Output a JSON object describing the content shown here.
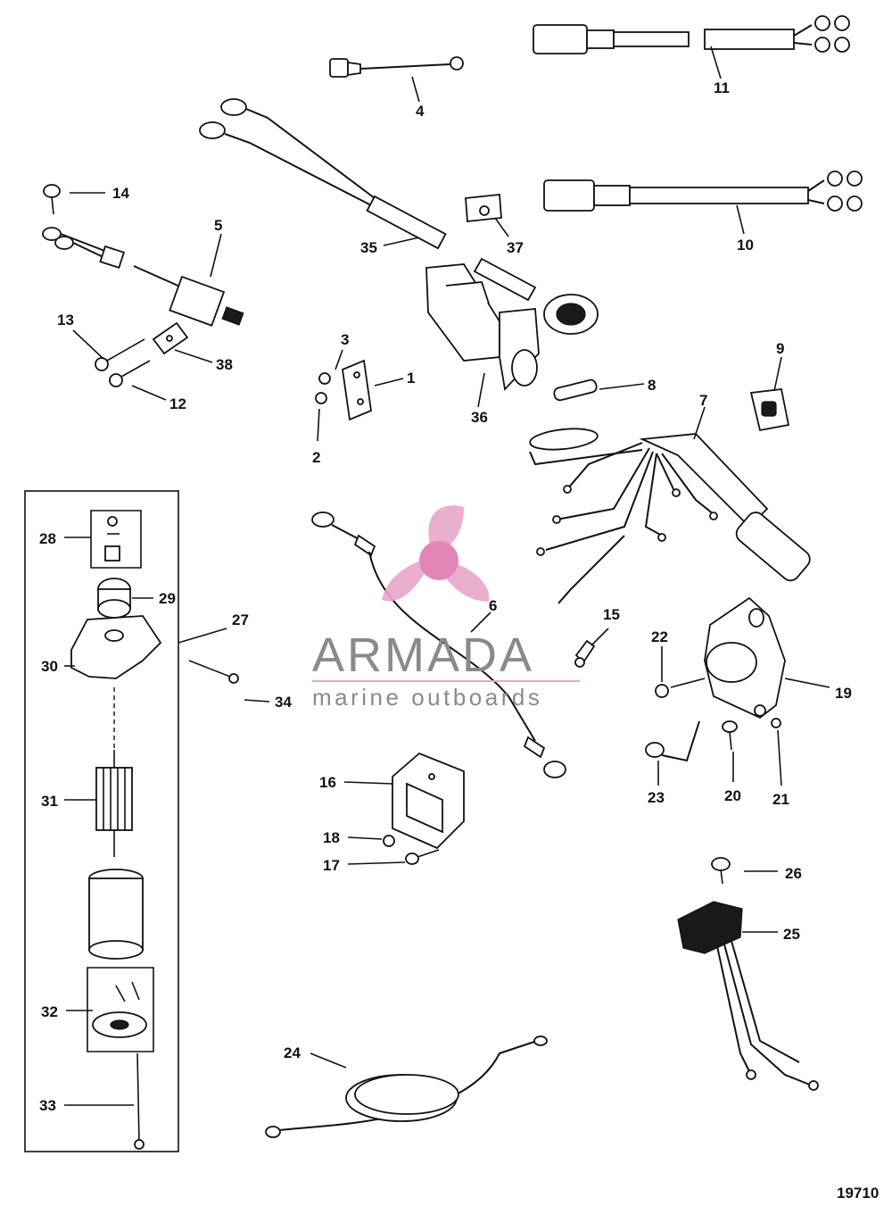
{
  "watermark": {
    "brand": "ARMADA",
    "tagline": "marine outboards",
    "logo_color": "#e8a6c9"
  },
  "figure_number": "19710",
  "callouts": [
    "1",
    "2",
    "3",
    "4",
    "5",
    "6",
    "7",
    "8",
    "9",
    "10",
    "11",
    "12",
    "13",
    "14",
    "15",
    "16",
    "17",
    "18",
    "19",
    "20",
    "21",
    "22",
    "23",
    "24",
    "25",
    "26",
    "27",
    "28",
    "29",
    "30",
    "31",
    "32",
    "33",
    "34",
    "35",
    "36",
    "37",
    "38"
  ]
}
